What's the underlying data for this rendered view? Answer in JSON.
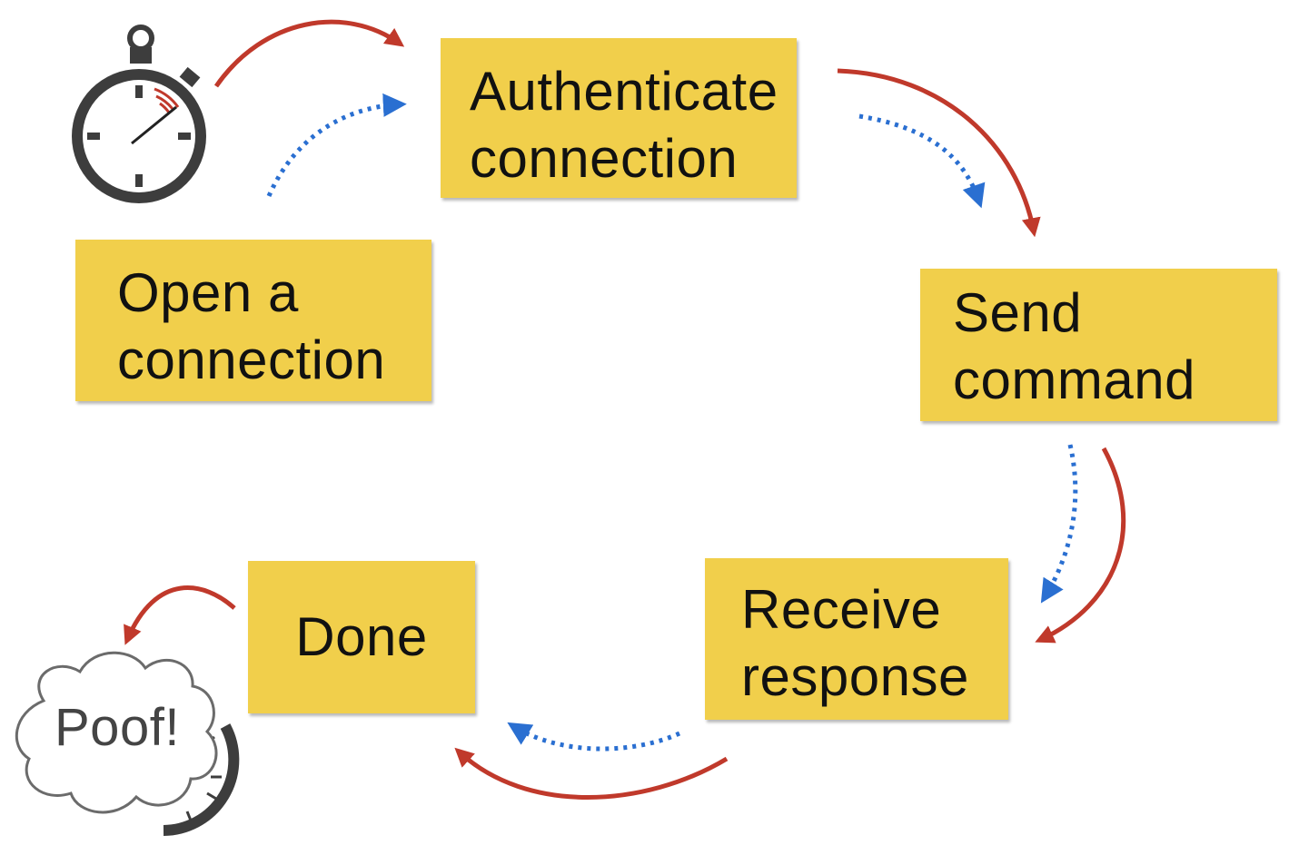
{
  "diagram": {
    "steps": {
      "authenticate": [
        "Authenticate",
        "connection"
      ],
      "open": [
        "Open a",
        "connection"
      ],
      "send": [
        "Send",
        "command"
      ],
      "receive": [
        "Receive",
        "response"
      ],
      "done": "Done"
    },
    "poof_label": "Poof!",
    "icons": {
      "start": "stopwatch-icon",
      "end": "stopwatch-poof-cloud-icon"
    },
    "colors": {
      "box": "#f1cf4b",
      "solid_arrow": "#c0392b",
      "dotted_arrow": "#2a6fd1",
      "stopwatch": "#3d3d3d"
    }
  }
}
